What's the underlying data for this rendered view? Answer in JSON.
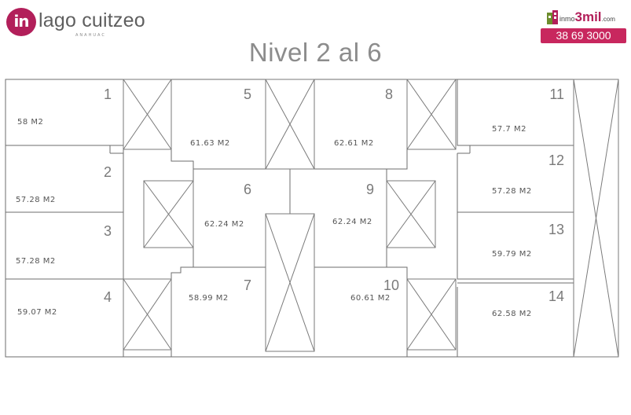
{
  "header": {
    "logo_mark": "in",
    "logo_name": "lago cuitzeo",
    "logo_sub": "ANAHUAC",
    "brand_prefix": "inmo",
    "brand_main": "3mil",
    "brand_suffix": ".com",
    "phone": "38 69 3000",
    "level_title": "Nivel 2 al 6"
  },
  "colors": {
    "brand": "#b21f5a",
    "phone_bg": "#c8275e",
    "wall": "#6e6e6e",
    "title": "#8c8c8c"
  },
  "units": [
    {
      "number": "1",
      "area": "58 M2"
    },
    {
      "number": "2",
      "area": "57.28 M2"
    },
    {
      "number": "3",
      "area": "57.28 M2"
    },
    {
      "number": "4",
      "area": "59.07 M2"
    },
    {
      "number": "5",
      "area": "61.63 M2"
    },
    {
      "number": "6",
      "area": "62.24 M2"
    },
    {
      "number": "7",
      "area": "58.99 M2"
    },
    {
      "number": "8",
      "area": "62.61 M2"
    },
    {
      "number": "9",
      "area": "62.24 M2"
    },
    {
      "number": "10",
      "area": "60.61 M2"
    },
    {
      "number": "11",
      "area": "57.7 M2"
    },
    {
      "number": "12",
      "area": "57.28 M2"
    },
    {
      "number": "13",
      "area": "59.79 M2"
    },
    {
      "number": "14",
      "area": "62.58 M2"
    }
  ]
}
